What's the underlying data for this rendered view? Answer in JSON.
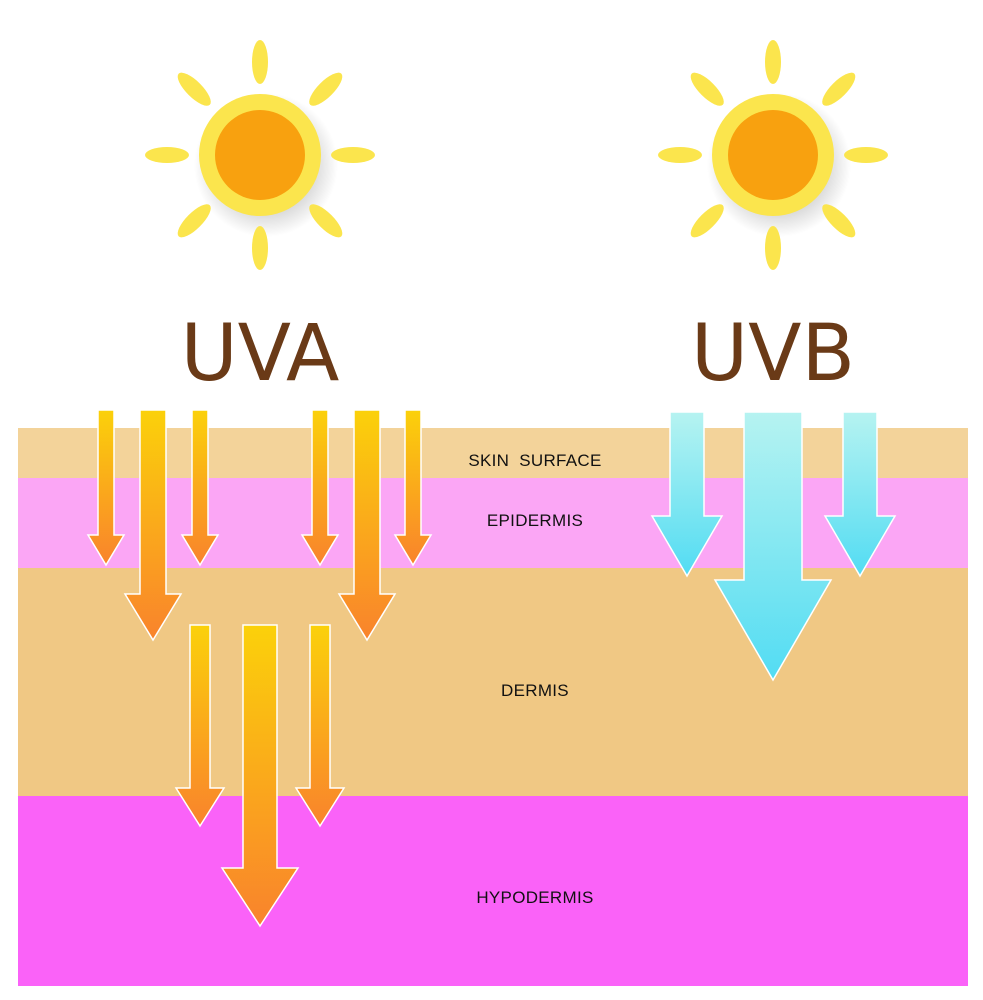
{
  "rays": [
    {
      "id": "uva",
      "label": "UVA"
    },
    {
      "id": "uvb",
      "label": "UVB"
    }
  ],
  "layers": [
    {
      "id": "skin-surface",
      "label": "SKIN  SURFACE",
      "color": "#f3d39a"
    },
    {
      "id": "epidermis",
      "label": "EPIDERMIS",
      "color": "#fba6f5"
    },
    {
      "id": "dermis",
      "label": "DERMIS",
      "color": "#f0c884"
    },
    {
      "id": "hypodermis",
      "label": "HYPODERMIS",
      "color": "#fa62f8"
    }
  ],
  "colors": {
    "sun_core": "#f8a10f",
    "sun_ring": "#fbe54d",
    "sun_rays": "#fbe54d",
    "uva_arrow_top": "#fbd10a",
    "uva_arrow_bottom": "#f9832c",
    "uvb_arrow_top": "#b6f3f1",
    "uvb_arrow_bottom": "#52dcf3",
    "label_brown": "#6a3a17"
  },
  "icons": [
    "sun-icon"
  ]
}
